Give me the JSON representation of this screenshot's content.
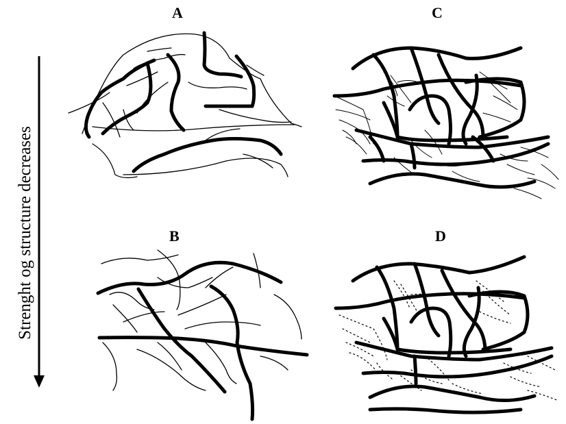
{
  "panels": [
    {
      "id": "A",
      "label": "A"
    },
    {
      "id": "B",
      "label": "B"
    },
    {
      "id": "C",
      "label": "C"
    },
    {
      "id": "D",
      "label": "D"
    }
  ],
  "axis": {
    "label": "Strenght og structure decreases",
    "direction": "down"
  },
  "colors": {
    "ink": "#000000",
    "background": "#ffffff"
  }
}
